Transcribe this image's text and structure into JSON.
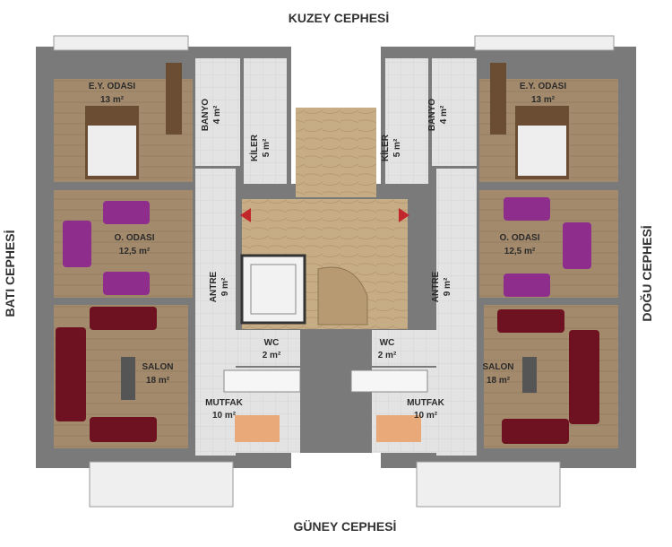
{
  "facades": {
    "north": "KUZEY CEPHESİ",
    "south": "GÜNEY CEPHESİ",
    "west": "BATI CEPHESİ",
    "east": "DOĞU CEPHESİ"
  },
  "rooms_left": {
    "master": {
      "name": "E.Y. ODASI",
      "area": "13 m²"
    },
    "bath": {
      "name": "BANYO",
      "area": "4 m²"
    },
    "storage": {
      "name": "KİLER",
      "area": "5 m²"
    },
    "room": {
      "name": "O. ODASI",
      "area": "12,5 m²"
    },
    "hall": {
      "name": "ANTRE",
      "area": "9 m²"
    },
    "living": {
      "name": "SALON",
      "area": "18 m²"
    },
    "wc": {
      "name": "WC",
      "area": "2 m²"
    },
    "kitchen": {
      "name": "MUTFAK",
      "area": "10 m²"
    }
  },
  "rooms_right": {
    "master": {
      "name": "E.Y. ODASI",
      "area": "13 m²"
    },
    "bath": {
      "name": "BANYO",
      "area": "4 m²"
    },
    "storage": {
      "name": "KİLER",
      "area": "5 m²"
    },
    "room": {
      "name": "O. ODASI",
      "area": "12,5 m²"
    },
    "hall": {
      "name": "ANTRE",
      "area": "9 m²"
    },
    "living": {
      "name": "SALON",
      "area": "18 m²"
    },
    "wc": {
      "name": "WC",
      "area": "2 m²"
    },
    "kitchen": {
      "name": "MUTFAK",
      "area": "10 m²"
    }
  },
  "colors": {
    "floor_wood": "#a38a6c",
    "floor_tile": "#e2e2e2",
    "wall": "#777777",
    "sofa_burgundy": "#6e1120",
    "chair_purple": "#8e2d8c",
    "stair_marble": "#c8b08a"
  }
}
